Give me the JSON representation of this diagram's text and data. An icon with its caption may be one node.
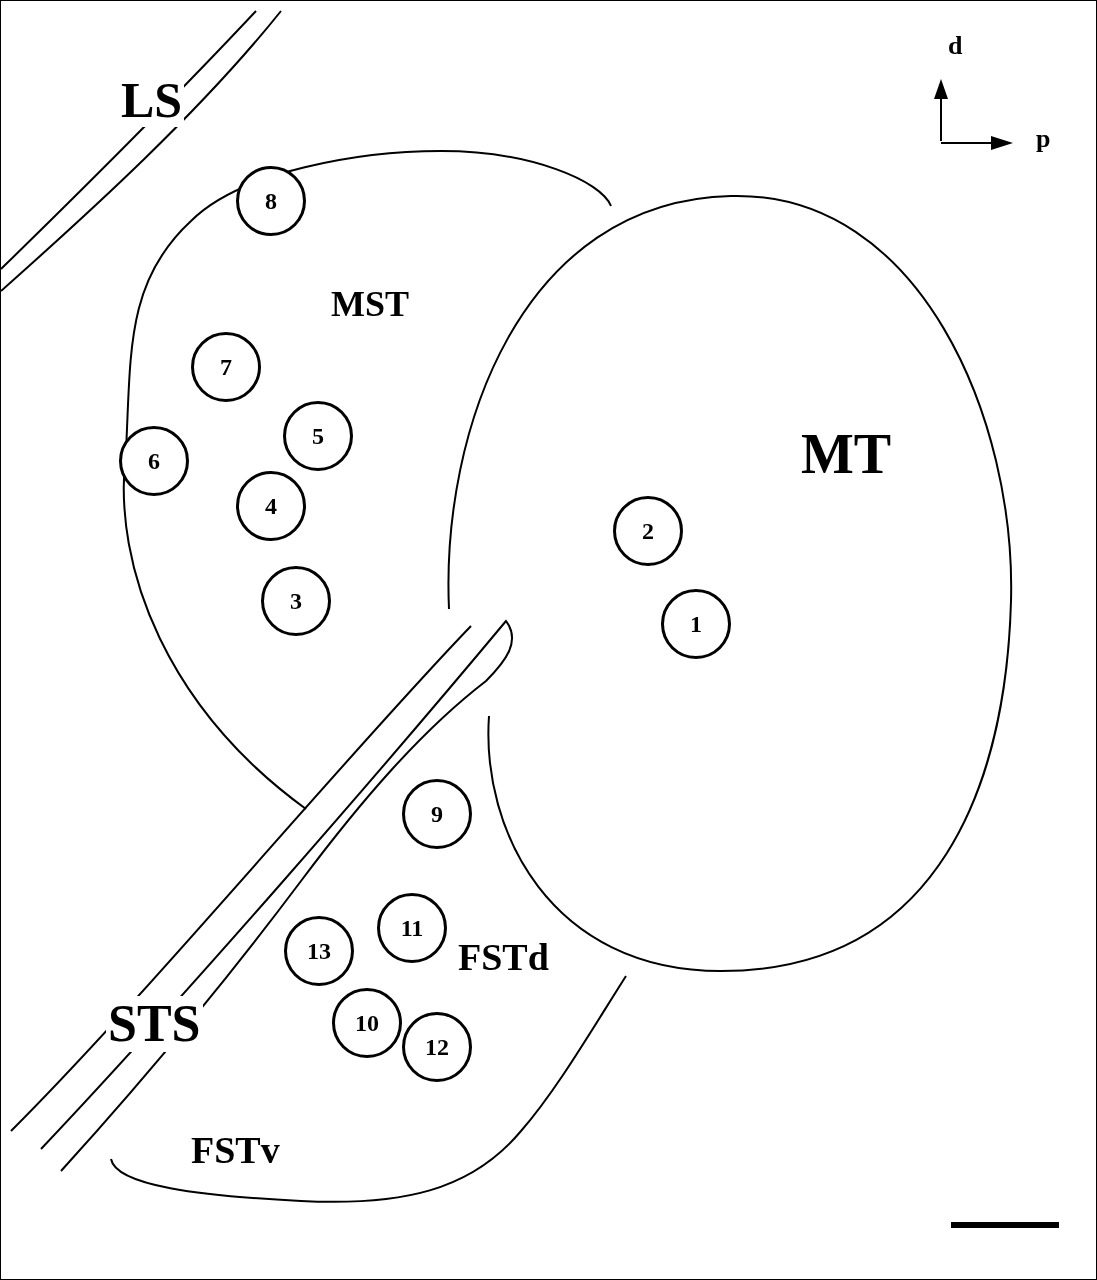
{
  "diagram": {
    "nodes": [
      {
        "text": [
          "MST"
        ]
      },
      {
        "text": [
          "MT"
        ]
      },
      {
        "text": [
          "1"
        ],
        "in": 1
      },
      {
        "text": [
          "2"
        ],
        "in": 1
      },
      {
        "text": [
          "3"
        ],
        "in": 0
      },
      {
        "text": [
          "4"
        ],
        "in": 0
      },
      {
        "text": [
          "5"
        ],
        "in": 0
      },
      {
        "text": [
          "6"
        ],
        "in": 0
      },
      {
        "text": [
          "7"
        ],
        "in": 0
      },
      {
        "text": [
          "8"
        ],
        "in": 0
      },
      {
        "text": [
          "9"
        ]
      },
      {
        "text": [
          "10"
        ]
      },
      {
        "text": [
          "11"
        ]
      },
      {
        "text": [
          "12"
        ]
      },
      {
        "text": [
          "13"
        ]
      }
    ],
    "labels": [
      "LS",
      "d",
      "p",
      "FSTd",
      "STS",
      "FSTv"
    ]
  }
}
